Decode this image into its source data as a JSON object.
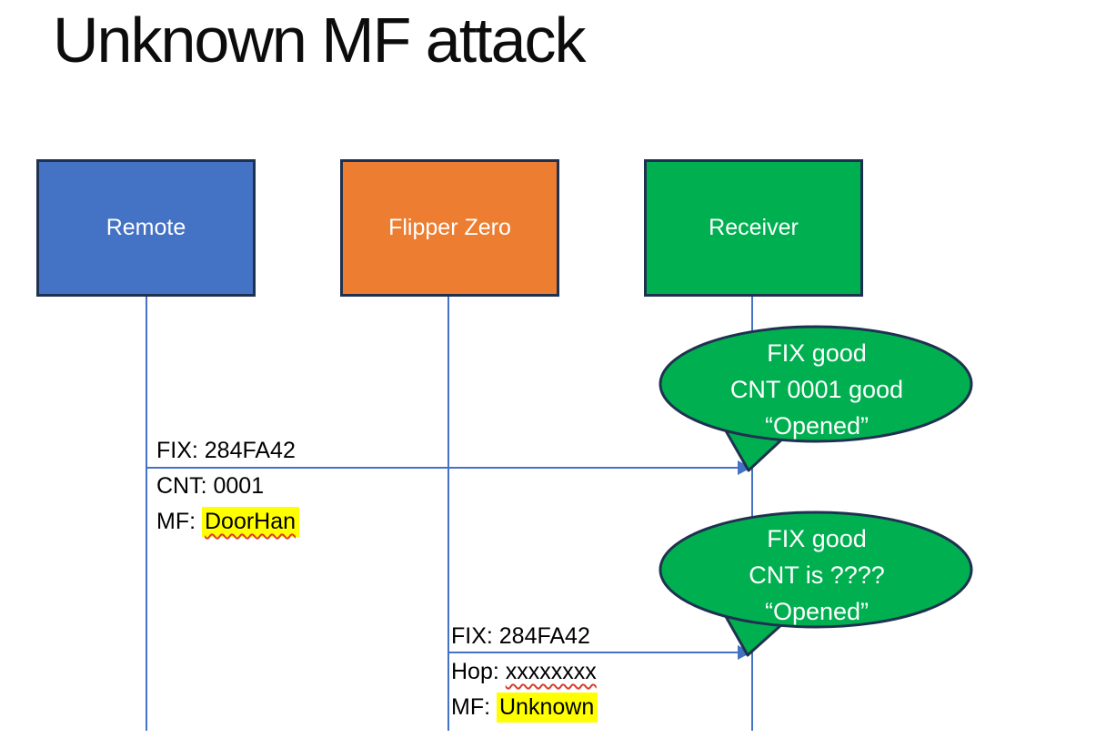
{
  "title": "Unknown MF attack",
  "colors": {
    "actor_border": "#1f3150",
    "remote_fill": "#4472c4",
    "flipper_fill": "#ed7d31",
    "receiver_fill": "#00b050",
    "lifeline": "#4472c4",
    "arrow": "#4472c4",
    "callout_fill": "#00b050",
    "callout_border": "#1f3150",
    "callout_text": "#ffffff",
    "highlight": "#ffff00",
    "squiggle": "#dd3b2a",
    "label_text": "#000000"
  },
  "actors": [
    {
      "label": "Remote",
      "fill": "#4472c4"
    },
    {
      "label": "Flipper Zero",
      "fill": "#ed7d31"
    },
    {
      "label": "Receiver",
      "fill": "#00b050"
    }
  ],
  "messages": [
    {
      "from": "Remote",
      "to": "Receiver",
      "line1": "FIX: 284FA42",
      "line2_prefix": "CNT: ",
      "line2_value": "0001",
      "line3_prefix": "MF: ",
      "line3_value": "DoorHan"
    },
    {
      "from": "Flipper Zero",
      "to": "Receiver",
      "line1": "FIX: 284FA42",
      "line2_prefix": "Hop: ",
      "line2_value": "xxxxxxxx",
      "line3_prefix": "MF: ",
      "line3_value": "Unknown"
    }
  ],
  "callouts": [
    {
      "line1": "FIX good",
      "line2": "CNT 0001 good",
      "line3": "“Opened”"
    },
    {
      "line1": "FIX good",
      "line2": "CNT is ????",
      "line3": "“Opened”"
    }
  ]
}
